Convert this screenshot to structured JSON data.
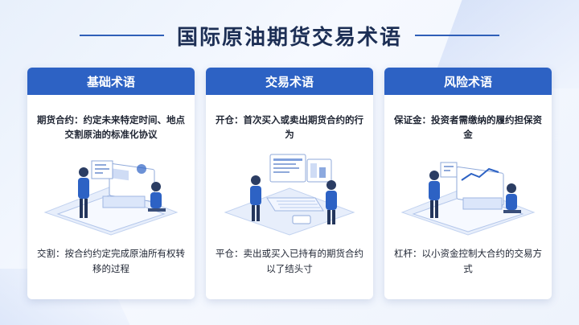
{
  "title": "国际原油期货交易术语",
  "cards": [
    {
      "header": "基础术语",
      "top_text": "期货合约：约定未来特定时间、地点交割原油的标准化协议",
      "illustration_icon": "two-traders-workstation-icon",
      "bottom_text": "交割：按合约约定完成原油所有权转移的过程"
    },
    {
      "header": "交易术语",
      "top_text": "开仓：首次买入或卖出期货合约的行为",
      "illustration_icon": "two-traders-terminal-icon",
      "bottom_text": "平仓：卖出或买入已持有的期货合约以了结头寸"
    },
    {
      "header": "风险术语",
      "top_text": "保证金：投资者需缴纳的履约担保资金",
      "illustration_icon": "two-traders-analysis-icon",
      "bottom_text": "杠杆：以小资金控制大合约的交易方式"
    }
  ],
  "colors": {
    "accent": "#2d62c4",
    "title_text": "#1d2f55",
    "background": "#eef3fc"
  }
}
